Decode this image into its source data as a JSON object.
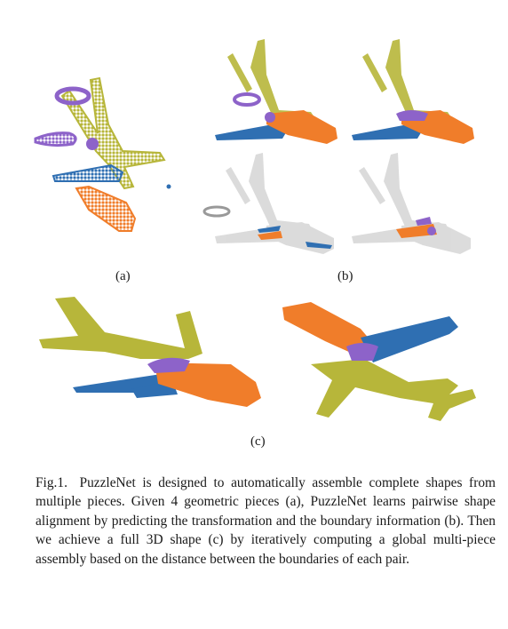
{
  "figure": {
    "sublabels": {
      "a": "(a)",
      "b": "(b)",
      "c": "(c)"
    },
    "caption": {
      "label": "Fig.1.",
      "text": "PuzzleNet is designed to automatically assemble complete shapes from multiple pieces. Given 4 geometric pieces (a), PuzzleNet learns pairwise shape alignment by predicting the transformation and the boundary information (b). Then we achieve a full 3D shape (c) by iteratively computing a global multi-piece assembly based on the distance between the boundaries of each pair."
    },
    "colors": {
      "fuselage_front": "#f07d2a",
      "wing": "#2f6fb2",
      "tail_body": "#b7b63a",
      "joint": "#8d63c9",
      "boundary_ghost": "#9a9a9a"
    },
    "icons": [
      "airplane-point-cloud"
    ]
  }
}
